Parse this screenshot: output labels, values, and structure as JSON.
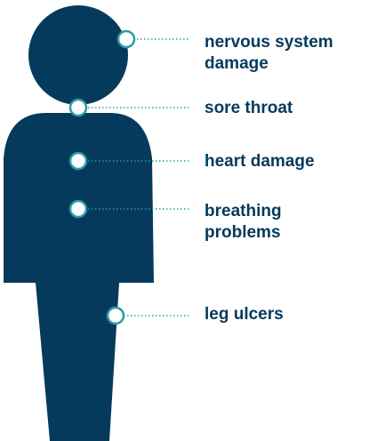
{
  "colors": {
    "figure": "#053a5c",
    "accent": "#2a9aa6",
    "marker_fill": "#ffffff",
    "text": "#053a5c"
  },
  "labels": [
    "nervous system\ndamage",
    "sore throat",
    "heart damage",
    "breathing\nproblems",
    "leg ulcers"
  ]
}
